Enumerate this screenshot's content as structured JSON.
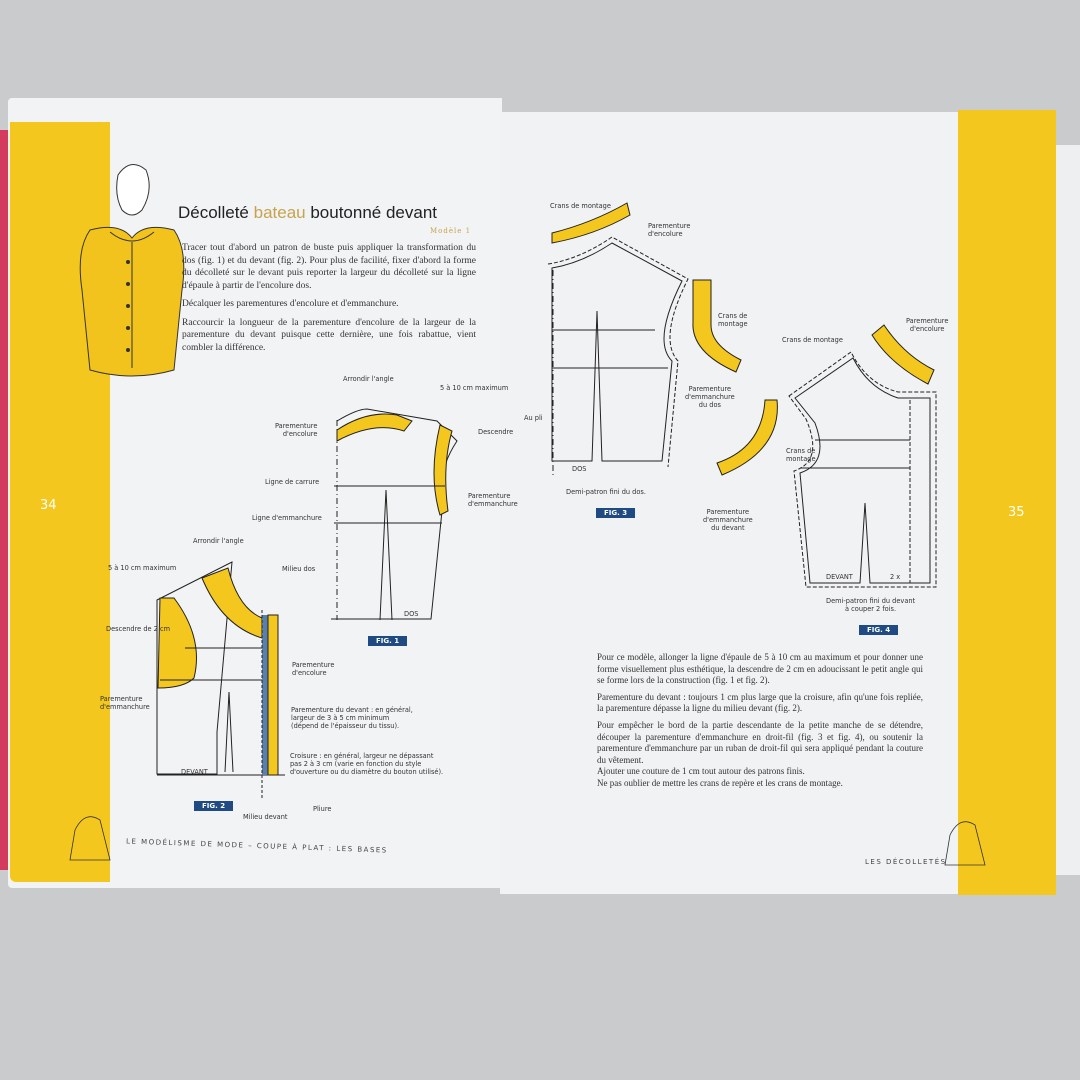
{
  "left_page": {
    "page_number": "34",
    "title_part1": "Décolleté",
    "title_accent": "bateau",
    "title_part2": "boutonné devant",
    "subtitle": "Modèle 1",
    "paragraphs": [
      "Tracer tout d'abord un patron de buste puis appliquer la transformation du dos (fig. 1) et du devant (fig. 2). Pour plus de facilité, fixer d'abord la forme du décolleté sur le devant puis reporter la largeur du décolleté sur la ligne d'épaule à partir de l'encolure dos.",
      "Décalquer les parementures d'encolure et d'emmanchure.",
      "Raccourcir la longueur de la parementure d'encolure de la largeur de la parementure du devant puisque cette dernière, une fois rabattue, vient combler la différence."
    ],
    "fig1": {
      "label": "FIG. 1",
      "piece": "DOS",
      "labels": [
        "Arrondir l'angle",
        "5 à 10 cm maximum",
        "Parementure\nd'encolure",
        "Descendre",
        "Ligne de carrure",
        "Parementure\nd'emmanchure",
        "Ligne d'emmanchure",
        "Milieu dos"
      ]
    },
    "fig2": {
      "label": "FIG. 2",
      "piece": "DEVANT",
      "labels": [
        "Arrondir l'angle",
        "5 à 10 cm maximum",
        "Descendre de 2 cm",
        "Parementure\nd'encolure",
        "Parementure\nd'emmanchure",
        "Parementure du devant : en général,\nlargeur de 3 à 5 cm minimum\n(dépend de l'épaisseur du tissu).",
        "Croisure : en général, largeur ne dépassant\npas 2 à 3 cm (varie en fonction du style\nd'ouverture ou du diamètre du bouton utilisé).",
        "Pliure",
        "Milieu devant"
      ]
    },
    "footer": "LE MODÉLISME DE MODE – COUPE À PLAT : LES BASES"
  },
  "right_page": {
    "page_number": "35",
    "fig3": {
      "label": "FIG. 3",
      "piece": "DOS",
      "caption": "Demi-patron fini du dos.",
      "labels": [
        "Crans de montage",
        "Parementure\nd'encolure",
        "Crans de\nmontage",
        "Parementure\nd'emmanchure\ndu dos",
        "Au pli"
      ]
    },
    "fig4": {
      "label": "FIG. 4",
      "piece": "DEVANT",
      "count": "2 x",
      "caption": "Demi-patron fini du devant\nà couper 2 fois.",
      "labels": [
        "Crans de montage",
        "Parementure\nd'encolure",
        "Crans de\nmontage",
        "Parementure\nd'emmanchure\ndu devant"
      ]
    },
    "paragraphs": [
      "Pour ce modèle, allonger la ligne d'épaule de 5 à 10 cm au maximum et pour donner une forme visuellement plus esthétique, la descendre de 2 cm en adoucissant le petit angle qui se forme lors de la construction (fig. 1 et fig. 2).",
      "Parementure du devant : toujours 1 cm plus large que la croisure, afin qu'une fois repliée, la parementure dépasse la ligne du milieu devant (fig. 2).",
      "Pour empêcher le bord de la partie descendante de la petite manche de se détendre, découper la parementure d'emmanchure en droit-fil (fig. 3 et fig. 4), ou soutenir la parementure d'emmanchure par un ruban de droit-fil qui sera appliqué pendant la couture du vêtement.",
      "Ajouter une couture de 1 cm tout autour des patrons finis.",
      "Ne pas oublier de mettre les crans de repère et les crans de montage."
    ],
    "footer": "LES DÉCOLLETÉS"
  },
  "colors": {
    "yellow": "#f4c71e",
    "fig_badge": "#1f4b82",
    "croisure_blue": "#5a7fa8",
    "edge": "#d23a5e"
  }
}
